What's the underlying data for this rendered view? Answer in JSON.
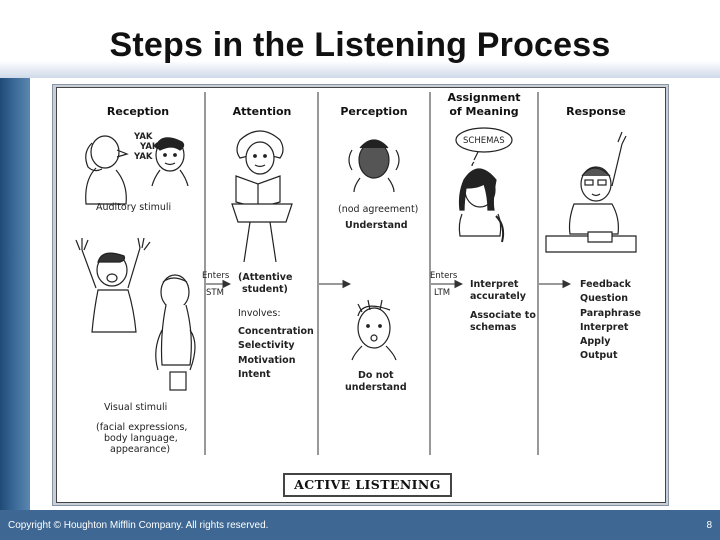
{
  "slide": {
    "title": "Steps in the Listening Process",
    "copyright": "Copyright © Houghton Mifflin Company. All rights reserved.",
    "page_number": "8"
  },
  "diagram": {
    "columns": {
      "reception": "Reception",
      "attention": "Attention",
      "perception": "Perception",
      "assignment_line1": "Assignment",
      "assignment_line2": "of Meaning",
      "response": "Response"
    },
    "reception": {
      "yak1": "YAK",
      "yak2": "YAK",
      "yak3": "YAK",
      "auditory": "Auditory stimuli",
      "visual": "Visual stimuli",
      "visual_note_1": "(facial expressions,",
      "visual_note_2": "body language,",
      "visual_note_3": "appearance)"
    },
    "attention": {
      "enters": "Enters",
      "stm": "STM",
      "attentive_1": "(Attentive",
      "attentive_2": "student)",
      "involves": "Involves:",
      "items": [
        "Concentration",
        "Selectivity",
        "Motivation",
        "Intent"
      ]
    },
    "perception": {
      "nod": "(nod agreement)",
      "understand": "Understand",
      "do_not_1": "Do not",
      "do_not_2": "understand"
    },
    "assignment": {
      "schemas_bubble": "SCHEMAS",
      "enters": "Enters",
      "ltm": "LTM",
      "interpret_1": "Interpret",
      "interpret_2": "accurately",
      "associate_1": "Associate to",
      "associate_2": "schemas"
    },
    "response": {
      "items": [
        "Feedback",
        "Question",
        "Paraphrase",
        "Interpret",
        "Apply",
        "Output"
      ]
    },
    "footer_label": "ACTIVE LISTENING"
  }
}
